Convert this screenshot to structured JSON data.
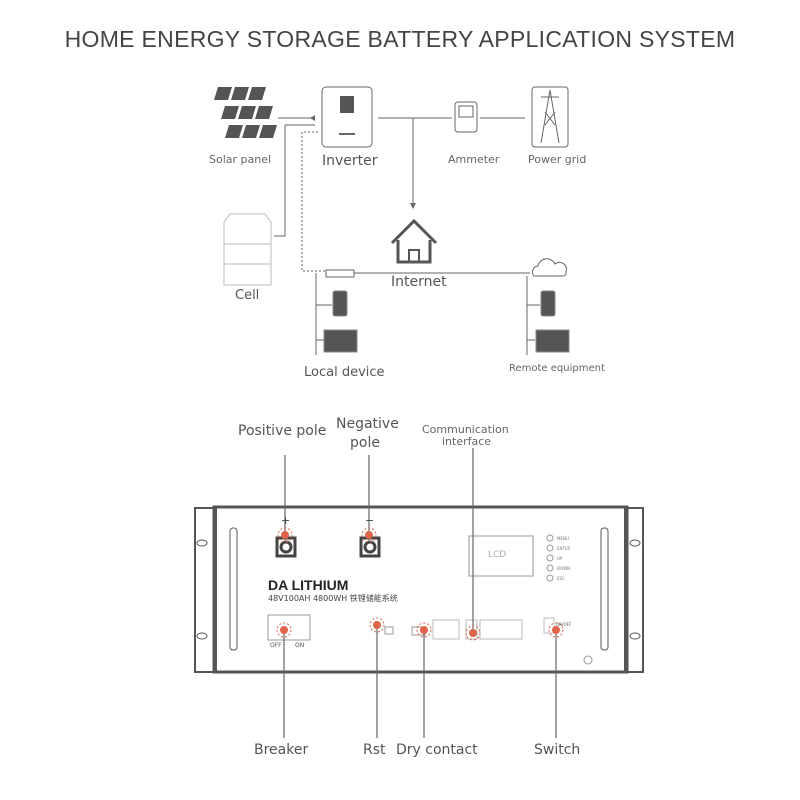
{
  "title": "HOME ENERGY STORAGE BATTERY APPLICATION SYSTEM",
  "system": {
    "solar_panel": "Solar panel",
    "inverter": "Inverter",
    "ammeter": "Ammeter",
    "power_grid": "Power grid",
    "cell": "Cell",
    "internet": "Internet",
    "local_device": "Local device",
    "remote_equipment": "Remote equipment"
  },
  "battery": {
    "brand": "DA LITHIUM",
    "model": "48V100AH 4800WH 铁锂储能系统",
    "lcd": "LCD",
    "buttons": [
      "MENU",
      "ENTER",
      "UP",
      "DOWN",
      "ESC"
    ],
    "breaker_off": "OFF",
    "breaker_on": "ON",
    "switch_label": "ON/OFF",
    "plus": "+",
    "minus": "−"
  },
  "callouts": {
    "positive_pole": "Positive pole",
    "negative_pole_1": "Negative",
    "negative_pole_2": "pole",
    "communication_1": "Communication",
    "communication_2": "interface",
    "breaker": "Breaker",
    "rst": "Rst",
    "dry_contact": "Dry contact",
    "switch": "Switch"
  },
  "colors": {
    "accent": "#e0644a",
    "line": "#666666"
  }
}
